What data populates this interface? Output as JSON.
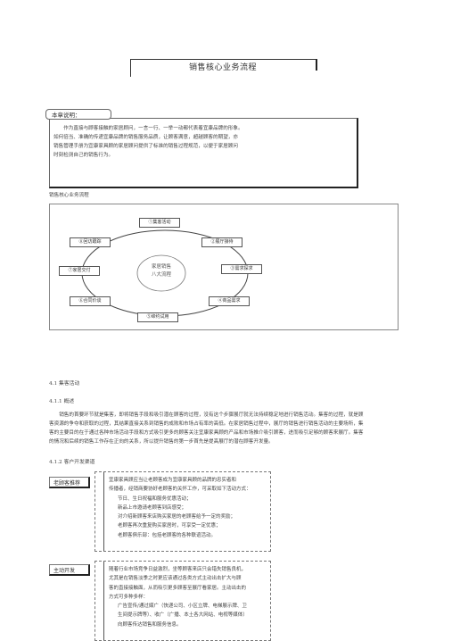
{
  "title": "销售核心业务流程",
  "intro": {
    "label": "本章说明：",
    "lines": [
      "作为直接与顾客接触的家居顾问，一言一行、一举一动都代表着宜康品牌的形象。",
      "如何倍当、准确的传递宜康品牌的销售服务品质，让顾客满意，超越顾客的期望，亦",
      "销售管理手册为宜康家具顾的家居顾问提供了标准的销售过程规范，以便于家居顾问",
      "时刻检测自己的销售行为。"
    ]
  },
  "flow": {
    "caption": "销售核心业务流程",
    "center": [
      "家居销售",
      "八大流程"
    ],
    "nodes": {
      "n1": "①集客活动",
      "n2": "②展厅接待",
      "n3": "③需求探求",
      "n4": "④商品需求",
      "n5": "⑤缔约试用",
      "n6": "⑥合同价谈",
      "n7": "⑦家居交付",
      "n8": "⑧回访跟踪"
    }
  },
  "sections": {
    "s41": "4.1 集客活动",
    "s411": "4.1.1 概述",
    "s412": "4.1.2 客户开发渠道"
  },
  "overview": [
    "销售的首要环节就是集客，即将销售手段和吸引潜在顾客的过程，没有这个步骤展厅就无法持续稳定地进行销售活动。集客的过程，就是顾",
    "客资源的争夺和获取的过程，其结果直接关系到销售的成败和市场占有率的高低。在家居销售过程中，展厅的销售进行销售活动的主要场所，集",
    "客的主要目的在于通过各种市场活动手段和方式吸引更多的顾客关注宜康家具顾的产品和市场推介吸引顾客，进而吸引足够的顾客来展厅。集客",
    "的情况和后续的销售工作存在正向的关系，所以提升销售的第一步首先是提高展厅的潜在顾客开发量。"
  ],
  "channels": {
    "referral": {
      "label": "老顾客推荐",
      "lines": [
        "宜康家具顾应当让老顾客成为宜康家具顾的品牌的忠实者和",
        "传播者，经销商要协好老顾客的关怀工作，可采取如下活动方式：",
        "节日、生日祝福和服务优惠活动；",
        "新品上市邀请老顾客到店感受；",
        "对介绍新顾客来店购买家居的老顾客给予一定的奖励；",
        "老顾客再次重复购买家居时，可享受一定优惠；",
        "老顾客俱乐部：包括老顾客的各种联谊活动。"
      ]
    },
    "active": {
      "label": "主动开发",
      "lines": [
        "随着行业市场竞争日益激烈，坐等顾客来店只会错失销售良机，",
        "尤其是在销售淡季之时更应该通过各类方式主动出击扩大与顾",
        "客的直接接触面，从而吸引更多顾客至展厅看家居。主动出击的",
        "方式可多种多样：",
        "广告宣传/通过媒广（快递公司、小区立牌、电梯展示牌、卫",
        "生间提示牌等）、收广（广播、本土各大网站、电视等媒体）",
        "向顾客传达销售和服务信息。"
      ]
    }
  }
}
